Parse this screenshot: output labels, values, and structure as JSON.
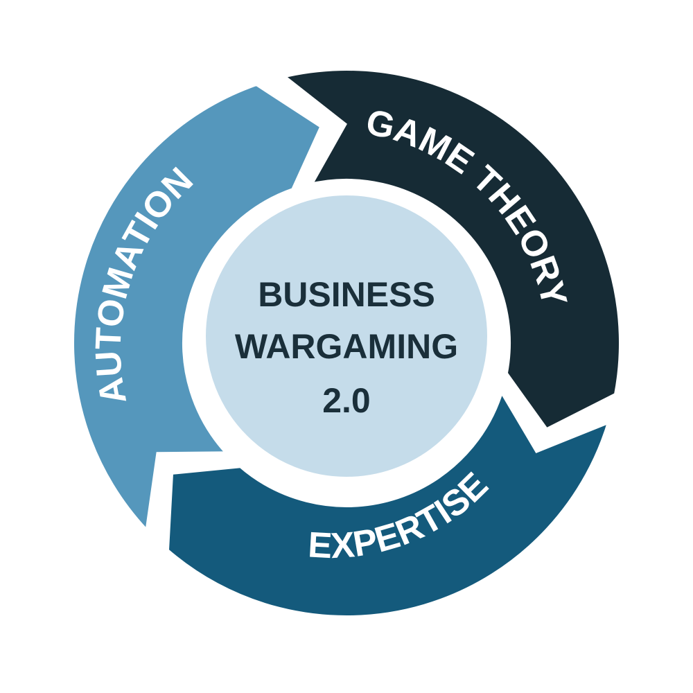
{
  "center": {
    "lines": [
      "BUSINESS",
      "WARGAMING",
      "2.0"
    ]
  },
  "segments": {
    "game_theory": {
      "label": "GAME THEORY"
    },
    "expertise": {
      "label": "EXPERTISE"
    },
    "automation": {
      "label": "AUTOMATION"
    }
  },
  "colors": {
    "game_theory": "#162b35",
    "expertise": "#145a7c",
    "automation": "#5597bc",
    "center": "#c5dcea",
    "center_text": "#1a2f3a",
    "gap": "#ffffff"
  }
}
